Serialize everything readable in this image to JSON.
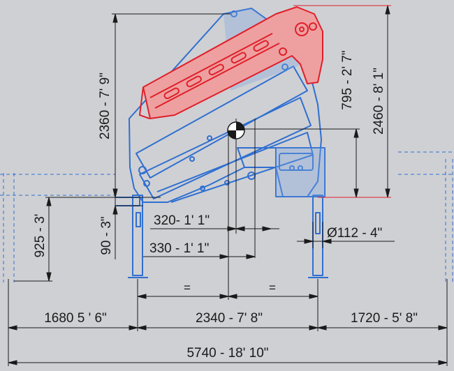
{
  "colors": {
    "background": "#cfd0d4",
    "dimension": "#1a1a1a",
    "crane": "#2f6fd0",
    "boom_outline": "#e01f2a",
    "boom_fill": "#eea0a0"
  },
  "dimensions": {
    "total_width": "5740 - 18' 10\"",
    "left_outrigger": "1680 5 ' 6\"",
    "base_width": "2340 - 7' 8\"",
    "right_outrigger": "1720 - 5' 8\"",
    "equal_left": "=",
    "equal_right": "=",
    "height_2360": "2360 - 7' 9\"",
    "height_2460": "2460 - 8' 1\"",
    "height_795": "795 - 2' 7\"",
    "height_925": "925 - 3'",
    "height_90": "90 - 3\"",
    "offset_320": "320- 1' 1\"",
    "offset_330": "330 - 1' 1\"",
    "diameter": "Ø112 - 4\""
  },
  "icons": {
    "center_of_gravity": "center-of-gravity-icon"
  }
}
